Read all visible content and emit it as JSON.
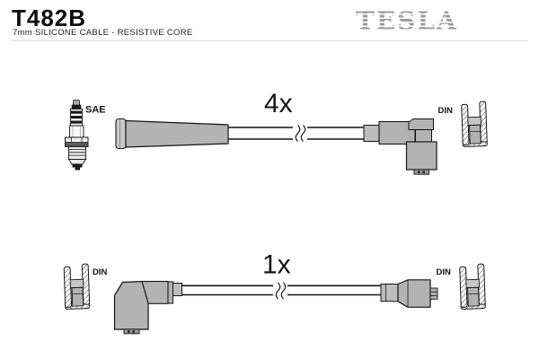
{
  "header": {
    "part_number": "T482B",
    "subtitle": "7mm SILICONE CABLE - RESISTIVE CORE",
    "brand_logo": "TESLA"
  },
  "diagram": {
    "top_assembly": {
      "quantity": "4x",
      "plug_end_label": "SAE",
      "terminal_end_label": "DIN"
    },
    "bottom_assembly": {
      "quantity": "1x",
      "left_terminal_label": "DIN",
      "right_terminal_label": "DIN"
    }
  },
  "icons": {
    "spark_plug": "spark-plug-icon",
    "straight_boot": "straight-boot-icon",
    "elbow_boot": "elbow-boot-icon",
    "din_terminal_cross_section": "din-terminal-icon",
    "cable_break": "cable-break-icon"
  },
  "colors": {
    "boot_gray": "#b3b3b3",
    "cap_gray": "#c9c9c9",
    "logo_gray": "#9c9c9c",
    "outline_black": "#141414",
    "divider_gray": "#dcdcdc"
  }
}
